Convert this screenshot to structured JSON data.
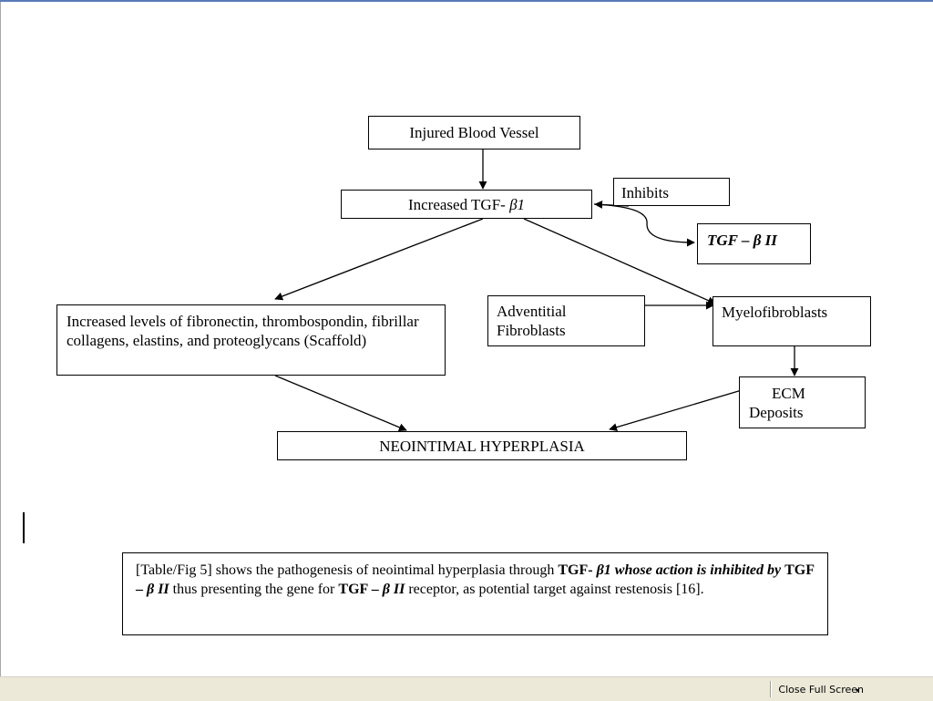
{
  "diagram": {
    "injured": "Injured Blood Vessel",
    "tgf_increased_prefix": "Increased TGF- ",
    "tgf_increased_beta": "β1",
    "inhibits": "Inhibits",
    "tgf_ii": "TGF – β II",
    "increased_levels": "Increased levels of fibronectin, thrombospondin, fibrillar collagens, elastins, and proteoglycans (Scaffold)",
    "adventitial_line1": "Adventitial",
    "adventitial_line2": "Fibroblasts",
    "myelofibroblasts": "Myelofibroblasts",
    "ecm_line1": "ECM",
    "ecm_line2": "Deposits",
    "neointimal": "NEOINTIMAL HYPERPLASIA"
  },
  "caption": {
    "p1": "[Table/Fig 5] shows the pathogenesis of neointimal hyperplasia through ",
    "b1": "TGF- ",
    "bi1": "β1 whose action is inhibited by",
    "p2": " ",
    "b2": "TGF – ",
    "bi2": "β II",
    "p3": " thus presenting the gene for ",
    "b3": "TGF – ",
    "bi3": "β II",
    "p4": " receptor, as potential target against restenosis [16]."
  },
  "statusbar": {
    "close_full_screen": "Close Full Screen",
    "dropdown_glyph": "▾"
  }
}
